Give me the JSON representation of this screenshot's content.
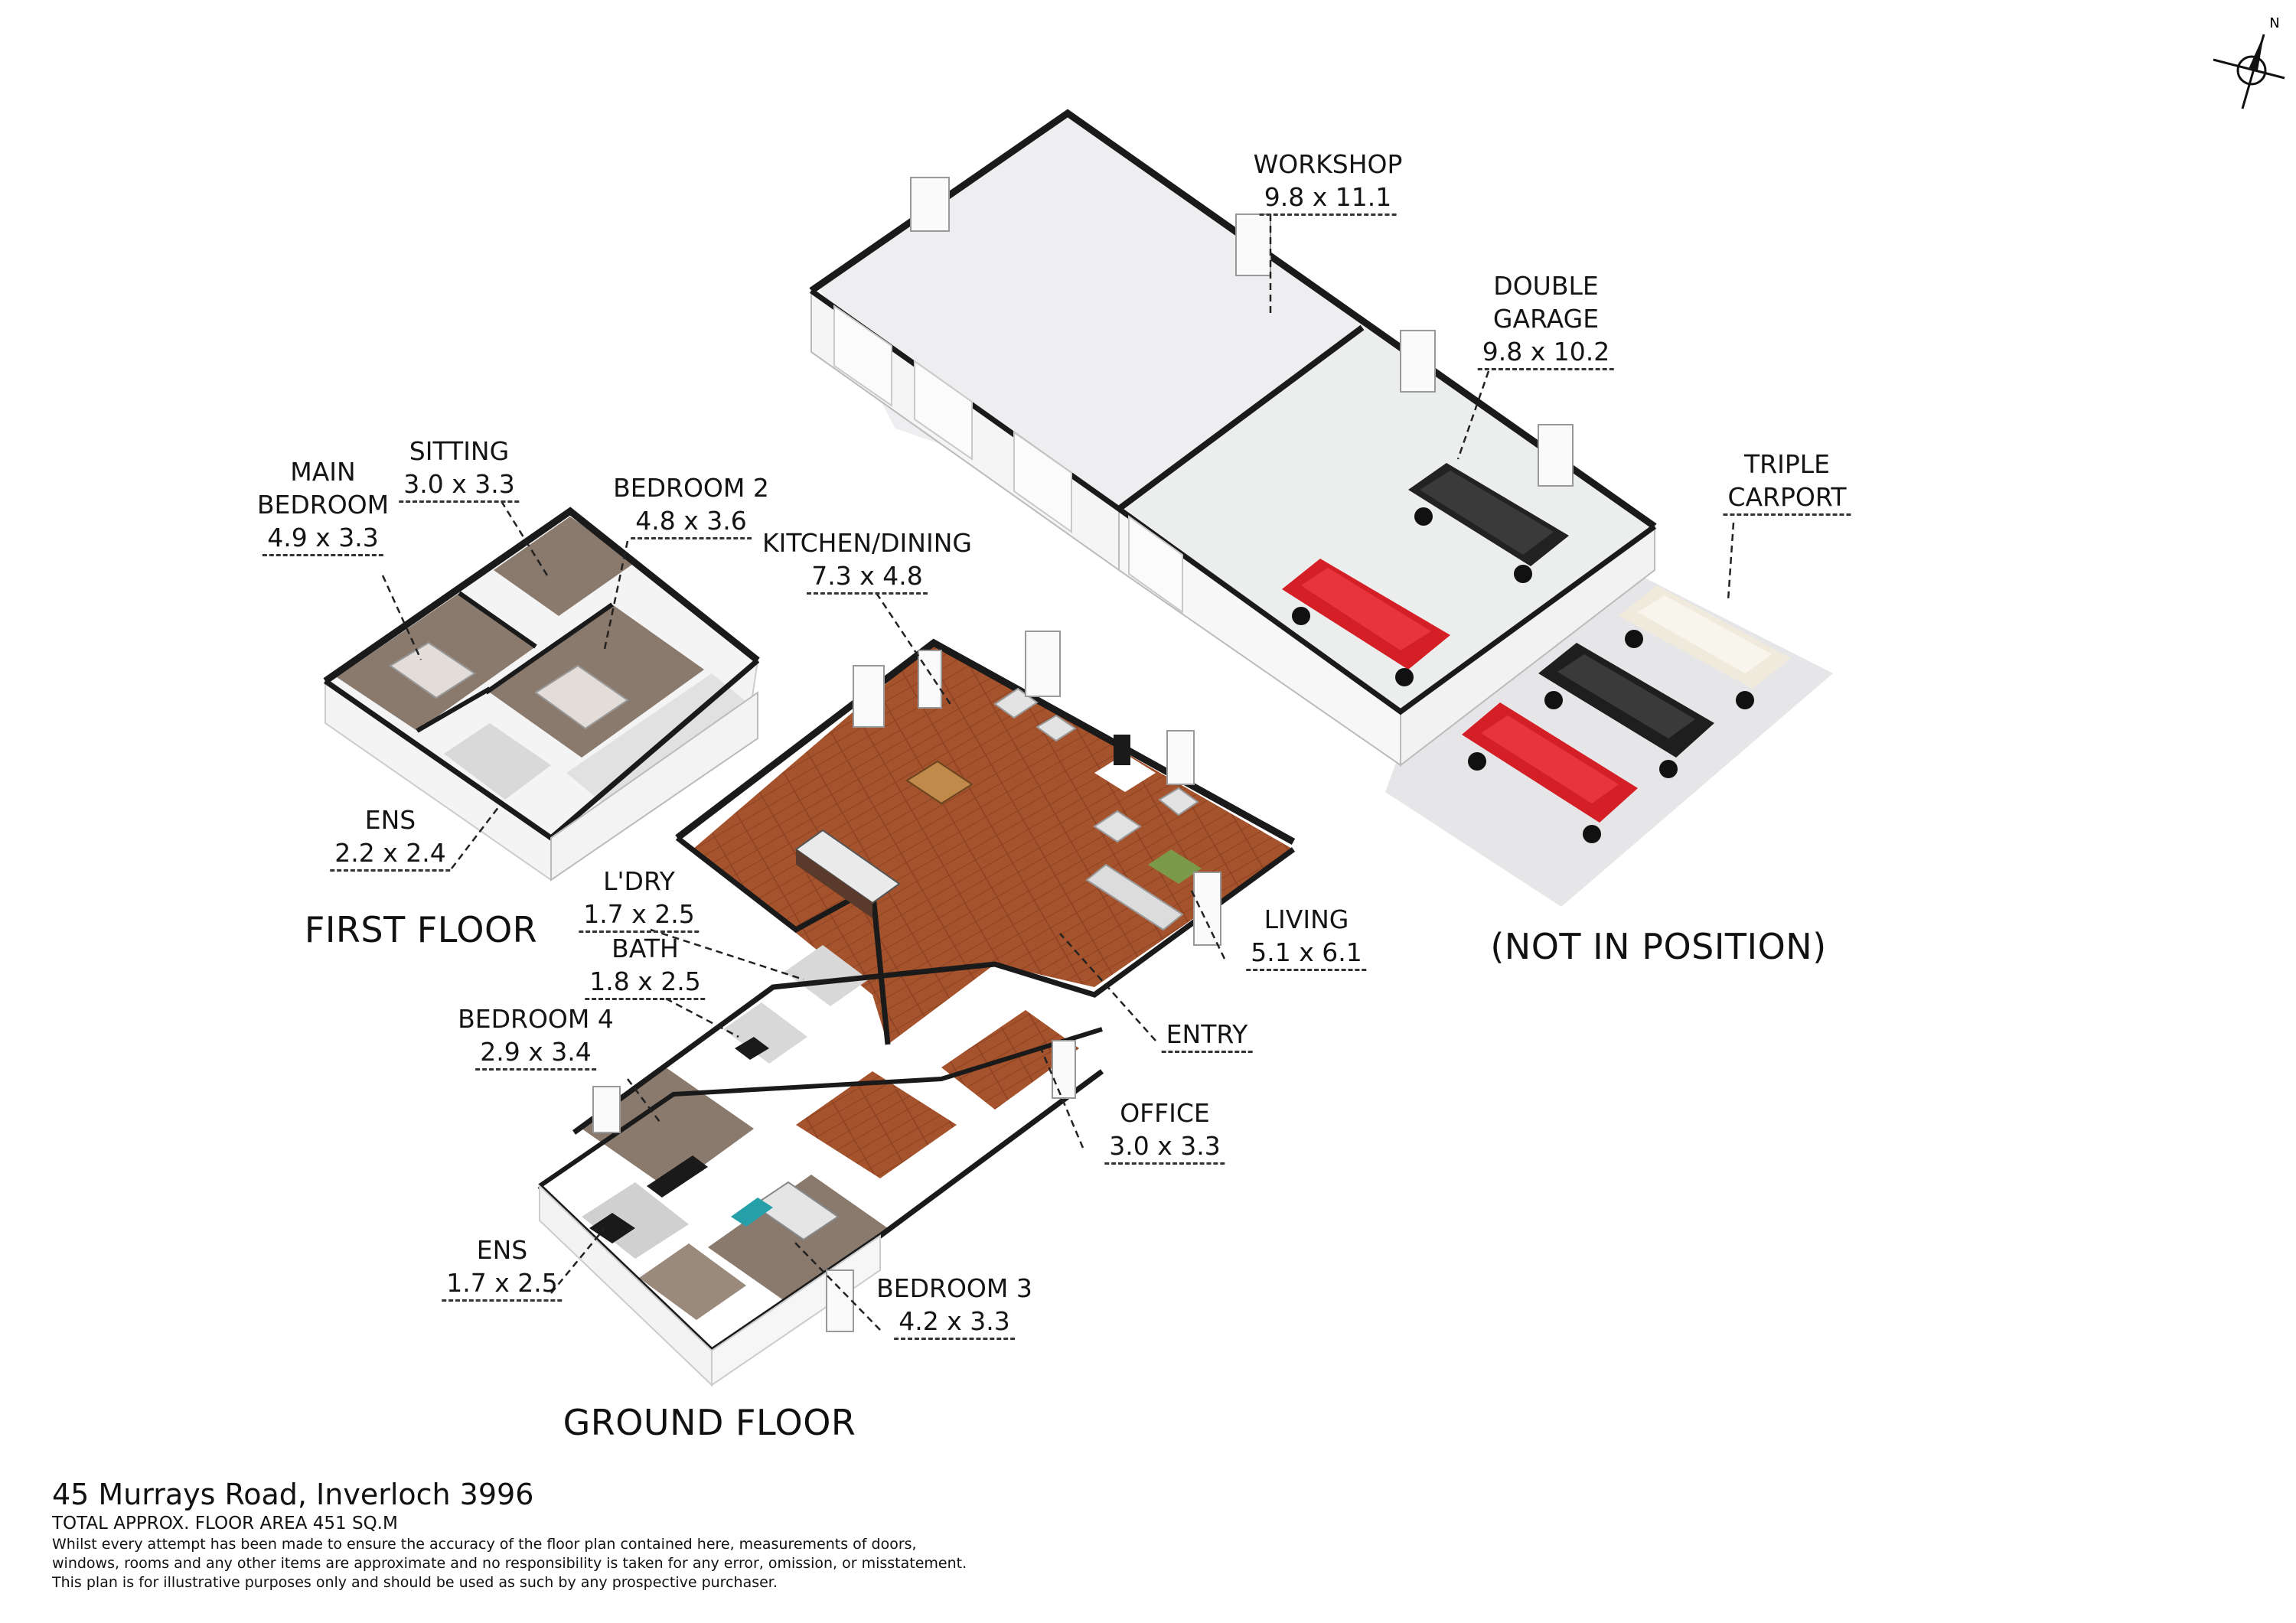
{
  "rooms": {
    "workshop": {
      "name": "WORKSHOP",
      "dim": "9.8 x 11.1"
    },
    "double_garage": {
      "name_line1": "DOUBLE",
      "name_line2": "GARAGE",
      "dim": "9.8 x 10.2"
    },
    "triple_carport": {
      "name_line1": "TRIPLE",
      "name_line2": "CARPORT"
    },
    "main_bedroom": {
      "name_line1": "MAIN",
      "name_line2": "BEDROOM",
      "dim": "4.9 x 3.3"
    },
    "sitting": {
      "name": "SITTING",
      "dim": "3.0 x 3.3"
    },
    "bedroom2": {
      "name": "BEDROOM 2",
      "dim": "4.8 x 3.6"
    },
    "ens_first": {
      "name": "ENS",
      "dim": "2.2 x 2.4"
    },
    "kitchen_dining": {
      "name": "KITCHEN/DINING",
      "dim": "7.3 x 4.8"
    },
    "living": {
      "name": "LIVING",
      "dim": "5.1 x 6.1"
    },
    "laundry": {
      "name": "L'DRY",
      "dim": "1.7 x 2.5"
    },
    "bath": {
      "name": "BATH",
      "dim": "1.8 x 2.5"
    },
    "entry": {
      "name": "ENTRY"
    },
    "bedroom4": {
      "name": "BEDROOM 4",
      "dim": "2.9 x 3.4"
    },
    "office": {
      "name": "OFFICE",
      "dim": "3.0 x 3.3"
    },
    "ens_ground": {
      "name": "ENS",
      "dim": "1.7 x 2.5"
    },
    "bedroom3": {
      "name": "BEDROOM 3",
      "dim": "4.2 x 3.3"
    }
  },
  "floors": {
    "first": "FIRST FLOOR",
    "ground": "GROUND FLOOR",
    "not_in_position": "(NOT IN POSITION)"
  },
  "compass": {
    "north": "N"
  },
  "footer": {
    "address": "45 Murrays Road, Inverloch 3996",
    "total_area": "TOTAL APPROX. FLOOR AREA 451 SQ.M",
    "disclaimer_line1": "Whilst every attempt has been made to ensure the accuracy of the floor plan contained here, measurements of doors,",
    "disclaimer_line2": "windows, rooms and any other items are approximate and no responsibility is taken for any error, omission, or misstatement.",
    "disclaimer_line3": "This plan is for illustrative purposes only and should be used as such by any prospective purchaser."
  },
  "colors": {
    "wood_floor": "#a5532c",
    "carpet": "#8a7a6d",
    "concrete": "#ececed",
    "wall_top": "#1a1a1a",
    "wall_face": "#f4f4f4",
    "car_red": "#d41f26",
    "car_black": "#1e1e1e",
    "car_white": "#efeadc"
  }
}
